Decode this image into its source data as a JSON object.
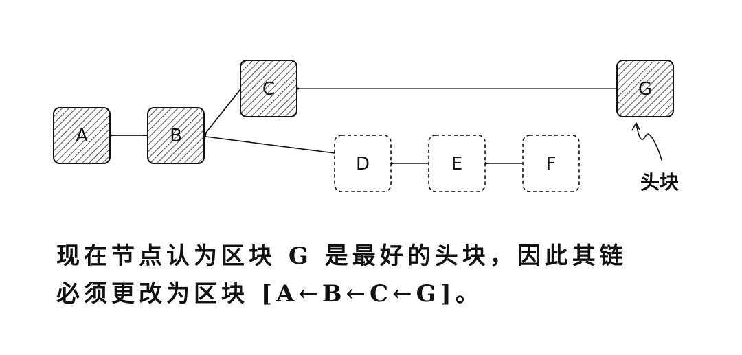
{
  "diagram": {
    "blocks": [
      {
        "id": "A",
        "label": "A",
        "style": "main-chain"
      },
      {
        "id": "B",
        "label": "B",
        "style": "main-chain"
      },
      {
        "id": "C",
        "label": "C",
        "style": "main-chain"
      },
      {
        "id": "G",
        "label": "G",
        "style": "main-chain"
      },
      {
        "id": "D",
        "label": "D",
        "style": "orphaned"
      },
      {
        "id": "E",
        "label": "E",
        "style": "orphaned"
      },
      {
        "id": "F",
        "label": "F",
        "style": "orphaned"
      }
    ],
    "edges": [
      {
        "from": "B",
        "to": "A"
      },
      {
        "from": "C",
        "to": "B"
      },
      {
        "from": "D",
        "to": "B"
      },
      {
        "from": "E",
        "to": "D"
      },
      {
        "from": "F",
        "to": "E"
      },
      {
        "from": "G",
        "to": "C"
      }
    ],
    "head_annotation": {
      "label": "头块",
      "points_to": "G"
    }
  },
  "caption": {
    "line1": "现在节点认为区块 G 是最好的头块，因此其链",
    "line2": "必须更改为区块 [A←B←C←G]。"
  },
  "colors": {
    "ink": "#111111",
    "hatch": "#555555",
    "background": "#ffffff"
  }
}
